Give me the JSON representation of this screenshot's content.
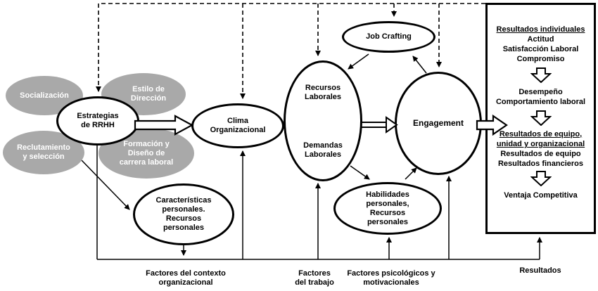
{
  "colors": {
    "gray_node": "#a9a9a9",
    "ink": "#000000",
    "background": "#ffffff"
  },
  "gray_nodes": {
    "socializacion": "Socialización",
    "estilo": "Estilo de\nDirección",
    "reclutamiento": "Reclutamiento\ny selección",
    "formacion": "Formación y\nDiseño de\ncarrera laboral"
  },
  "nodes": {
    "estrategias": "Estrategias\nde RRHH",
    "clima": "Clima\nOrganizacional",
    "caracteristicas": "Características\npersonales.\nRecursos\npersonales",
    "recursos": "Recursos\nLaborales",
    "demandas": "Demandas\nLaborales",
    "job_crafting": "Job Crafting",
    "habilidades": "Habilidades\npersonales,\nRecursos\npersonales",
    "engagement": "Engagement"
  },
  "results_box": {
    "individual_title": "Resultados individuales",
    "actitud": "Actitud",
    "satisfaccion": "Satisfacción Laboral",
    "compromiso": "Compromiso",
    "desempeno": "Desempeño",
    "comportamiento": "Comportamiento laboral",
    "team_title": "Resultados de equipo,\nunidad y organizacional",
    "equipo": "Resultados de equipo",
    "financieros": "Resultados financieros",
    "ventaja": "Ventaja Competitiva"
  },
  "bottom_labels": {
    "contexto": "Factores del contexto\norganizacional",
    "trabajo": "Factores\ndel trabajo",
    "psicologicos": "Factores psicológicos y\nmotivacionales",
    "resultados": "Resultados"
  }
}
